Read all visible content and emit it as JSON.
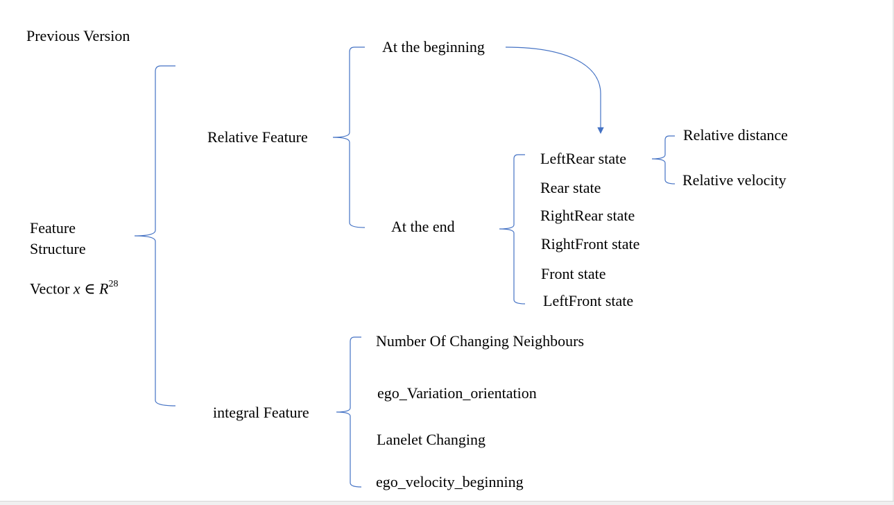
{
  "header": {
    "title": "Previous Version"
  },
  "root": {
    "line1": "Feature",
    "line2": "Structure",
    "vector_prefix": "Vector ",
    "vector_var": "x",
    "vector_in": " ∈ ",
    "vector_space": "R",
    "vector_dim": "28"
  },
  "relative": {
    "label": "Relative Feature",
    "beginning": "At the beginning",
    "end": "At the end",
    "states": [
      "LeftRear state",
      "Rear state",
      "RightRear state",
      "RightFront state",
      "Front state",
      "LeftFront state"
    ],
    "state_details": [
      "Relative distance",
      "Relative velocity"
    ]
  },
  "integral": {
    "label": "integral Feature",
    "items": [
      "Number Of Changing Neighbours",
      "ego_Variation_orientation",
      "Lanelet Changing",
      "ego_velocity_beginning"
    ]
  },
  "colors": {
    "bracket": "#4472C4",
    "text": "#000000"
  }
}
